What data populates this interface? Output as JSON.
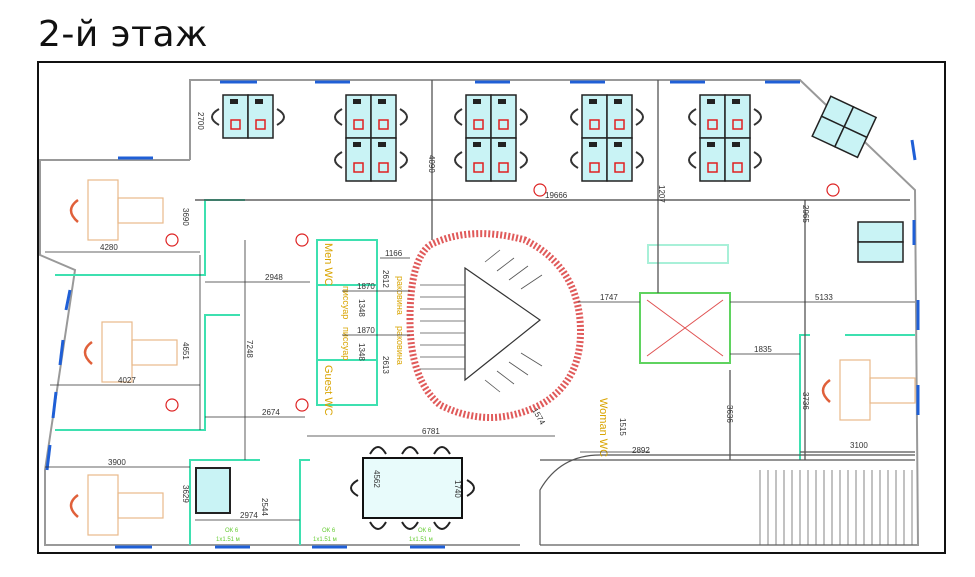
{
  "title": "2-й этаж",
  "rooms": {
    "men_wc": "Men WC",
    "urinal_1": "писсуар",
    "urinal_2": "писсуар",
    "guest_wc": "Guest WC",
    "sink_1": "раковина",
    "sink_2": "раковина",
    "woman_wc": "Woman WC"
  },
  "windows": [
    {
      "type": "ОК 6",
      "size": "1x1.51 м"
    },
    {
      "type": "ОК 6",
      "size": "1x1.51 м"
    },
    {
      "type": "ОК 6",
      "size": "1x1.51 м"
    }
  ],
  "dimensions": {
    "d4280": "4280",
    "d3690": "3690",
    "d2948": "2948",
    "d4027": "4027",
    "d4651": "4651",
    "d7248": "7248",
    "d2674": "2674",
    "d3900": "3900",
    "d3629": "3629",
    "d2974": "2974",
    "d2544": "2544",
    "d1166": "1166",
    "d2612": "2612",
    "d1870a": "1870",
    "d1348a": "1348",
    "d1870b": "1870",
    "d1348b": "1348",
    "d2613": "2613",
    "d6781": "6781",
    "d1747": "1747",
    "d1835": "1835",
    "d5133": "5133",
    "d19666": "19666",
    "d2700": "2700",
    "d4090": "4090",
    "d1207": "1207",
    "d2965": "2965",
    "d3736": "3736",
    "d3636": "3636",
    "d3100": "3100",
    "d2892": "2892",
    "d1515": "1515",
    "d1574": "1574",
    "d4562": "4562",
    "d1740": "1740"
  }
}
